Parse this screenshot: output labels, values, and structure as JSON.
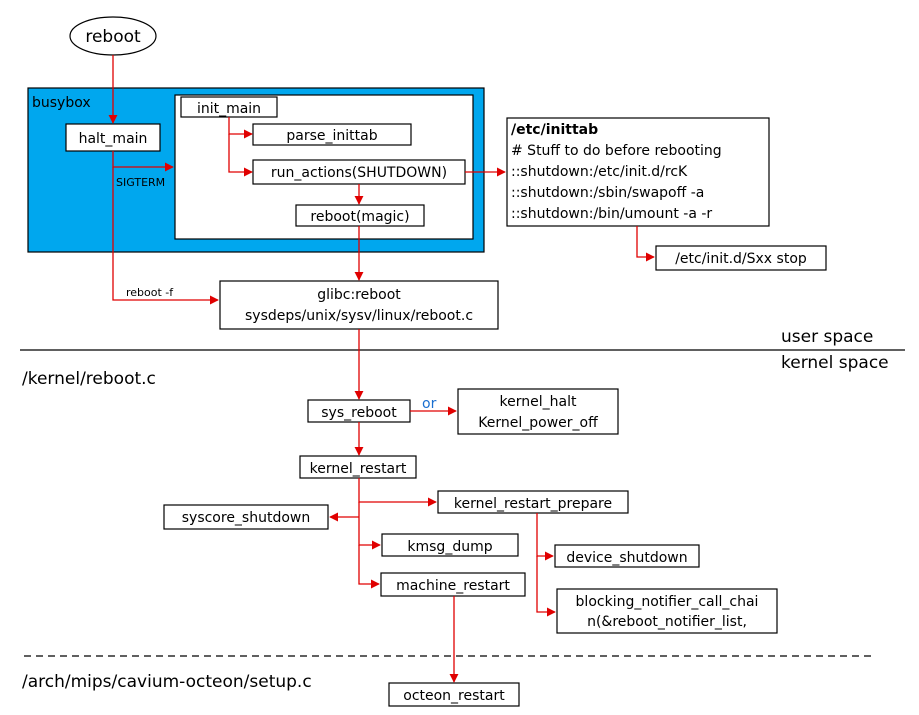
{
  "nodes": {
    "reboot": "reboot",
    "busybox": "busybox",
    "halt_main": "halt_main",
    "init_main": "init_main",
    "parse_inittab": "parse_inittab",
    "run_actions": "run_actions(SHUTDOWN)",
    "reboot_magic": "reboot(magic)",
    "glibc_reboot_line1": "glibc:reboot",
    "glibc_reboot_line2": "sysdeps/unix/sysv/linux/reboot.c",
    "sys_reboot": "sys_reboot",
    "kernel_halt": "kernel_halt",
    "kernel_power_off": "Kernel_power_off",
    "kernel_restart": "kernel_restart",
    "kernel_restart_prepare": "kernel_restart_prepare",
    "syscore_shutdown": "syscore_shutdown",
    "kmsg_dump": "kmsg_dump",
    "machine_restart": "machine_restart",
    "device_shutdown": "device_shutdown",
    "blocking_notifier_line1": "blocking_notifier_call_chai",
    "blocking_notifier_line2": "n(&reboot_notifier_list,",
    "octeon_restart": "octeon_restart",
    "etc_init_sxx": "/etc/init.d/Sxx stop"
  },
  "inittab": {
    "title": "/etc/inittab",
    "lines": [
      "# Stuff to do before rebooting",
      "::shutdown:/etc/init.d/rcK",
      "::shutdown:/sbin/swapoff -a",
      "::shutdown:/bin/umount -a -r"
    ]
  },
  "edge_labels": {
    "sigterm": "SIGTERM",
    "reboot_f": "reboot -f",
    "or": "or"
  },
  "regions": {
    "user_space": "user space",
    "kernel_space": "kernel space",
    "kernel_file": "/kernel/reboot.c",
    "arch_file": "/arch/mips/cavium-octeon/setup.c"
  },
  "colors": {
    "busybox_fill": "#00a7ee",
    "arrow": "#e00000",
    "or_label": "#1a6fd0"
  }
}
